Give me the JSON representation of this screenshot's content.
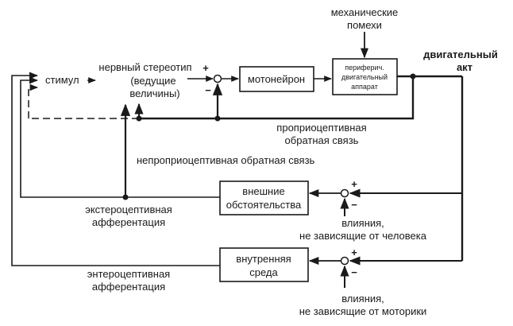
{
  "labels": {
    "mechanical_noise_1": "механические",
    "mechanical_noise_2": "помехи",
    "motor_act_1": "двигательный",
    "motor_act_2": "акт",
    "stimulus": "стимул",
    "stereotype_1": "нервный стереотип",
    "stereotype_2": "(ведущие",
    "stereotype_3": "величины)",
    "motoneuron": "мотонейрон",
    "peripheral_1": "периферич.",
    "peripheral_2": "двигательный",
    "peripheral_3": "аппарат",
    "proprio_1": "проприоцептивная",
    "proprio_2": "обратная связь",
    "nonproprio": "непроприоцептивная обратная связь",
    "external_1": "внешние",
    "external_2": "обстоятельства",
    "extero_1": "экстероцептивная",
    "extero_2": "афферентация",
    "influence_human_1": "влияния,",
    "influence_human_2": "не зависящие от человека",
    "internal_1": "внутренняя",
    "internal_2": "среда",
    "entero_1": "энтероцептивная",
    "entero_2": "афферентация",
    "influence_motor_1": "влияния,",
    "influence_motor_2": "не зависящие от моторики",
    "plus": "+",
    "minus": "−"
  },
  "colors": {
    "ink": "#1a1a1a",
    "background": "#ffffff"
  }
}
